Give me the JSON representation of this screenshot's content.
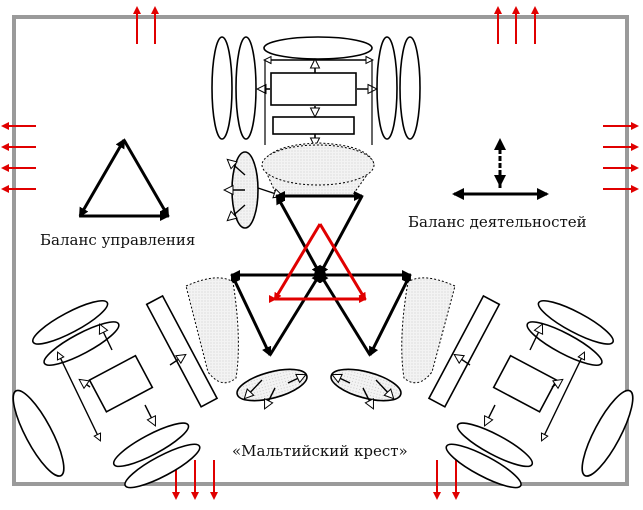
{
  "labels": {
    "control_balance": "Баланс управления",
    "activity_balance": "Баланс деятельностей",
    "maltese_cross": "«Мальтийский крест»"
  },
  "colors": {
    "frame": "#9a9a9a",
    "outer_arrows": "#e00000",
    "inner_triangle": "#e00000",
    "lines": "#000000",
    "cone_fill": "#eeeeee"
  }
}
